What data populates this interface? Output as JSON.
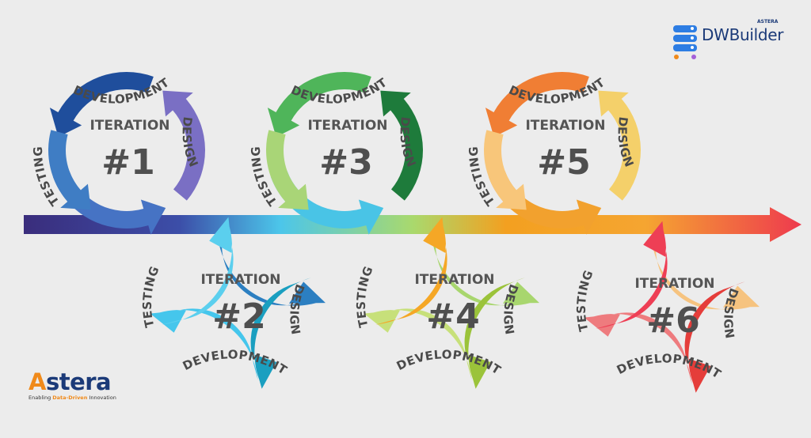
{
  "labels": {
    "development": "DEVELOPMENT",
    "testing": "TESTING",
    "design": "DESIGN",
    "iteration": "ITERATION"
  },
  "iterations": [
    {
      "number": "#1"
    },
    {
      "number": "#2"
    },
    {
      "number": "#3"
    },
    {
      "number": "#4"
    },
    {
      "number": "#5"
    },
    {
      "number": "#6"
    }
  ],
  "logo_dwbuilder": {
    "small": "ASTERA",
    "big": "DWBuilder"
  },
  "logo_astera": {
    "name_first": "A",
    "name_rest": "stera",
    "tagline_pre": "Enabling ",
    "tagline_bold": "Data-Driven",
    "tagline_post": " Innovation"
  },
  "colors": {
    "c1_top": "#1f4e9c",
    "c1_right": "#7a6fc4",
    "c1_bottom": "#4673c4",
    "c1_left": "#3f7dc4",
    "c2_top": "#2c7fc1",
    "c2_right": "#1a9fc0",
    "c2_bottom": "#45c6ec",
    "c2_left": "#5bcfee",
    "c3_top": "#4fb55a",
    "c3_right": "#1e7b3b",
    "c3_bottom": "#49c4e6",
    "c3_left": "#a9d577",
    "c4_top": "#a8d66e",
    "c4_right": "#9bc33a",
    "c4_bottom": "#c7e07a",
    "c4_left": "#f5a726",
    "c5_top": "#f07e34",
    "c5_right": "#f4d06a",
    "c5_bottom": "#f2a12e",
    "c5_left": "#f8c67a",
    "c6_top": "#f6c37f",
    "c6_right": "#e53d3a",
    "c6_bottom": "#ee7b7e",
    "c6_left": "#ee3f55",
    "band_left": "#3a2d7c",
    "band_right": "#ee3a4e"
  }
}
